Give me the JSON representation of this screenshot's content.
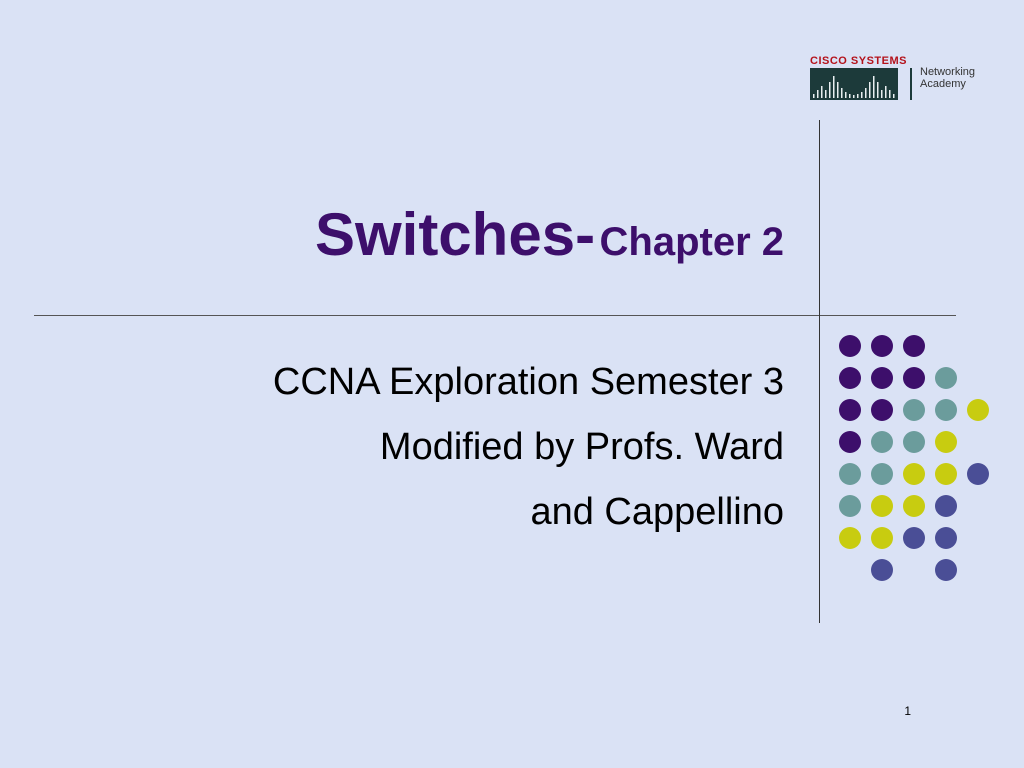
{
  "slide": {
    "title_main": "Switches-",
    "title_sub": "Chapter 2",
    "subtitle_lines": [
      "CCNA Exploration Semester 3",
      "Modified by Profs. Ward",
      "and Cappellino"
    ],
    "page_number": "1"
  },
  "logo": {
    "wordmark": "CISCO SYSTEMS",
    "academy_lines": [
      "Networking",
      "Academy"
    ],
    "brand_color": "#b4121b"
  },
  "decoration": {
    "colors": {
      "purple": "#3d0f6b",
      "teal": "#6b9c9c",
      "yellow": "#c8cc10",
      "blue": "#4a4e96"
    },
    "dot_grid": [
      [
        "purple",
        "purple",
        "purple",
        null,
        null
      ],
      [
        "purple",
        "purple",
        "purple",
        "teal",
        null
      ],
      [
        "purple",
        "purple",
        "teal",
        "teal",
        "yellow"
      ],
      [
        "purple",
        "teal",
        "teal",
        "yellow",
        null
      ],
      [
        "teal",
        "teal",
        "yellow",
        "yellow",
        "blue"
      ],
      [
        "teal",
        "yellow",
        "yellow",
        "blue",
        null
      ],
      [
        "yellow",
        "yellow",
        "blue",
        "blue",
        null
      ],
      [
        null,
        "blue",
        null,
        "blue",
        null
      ]
    ]
  }
}
